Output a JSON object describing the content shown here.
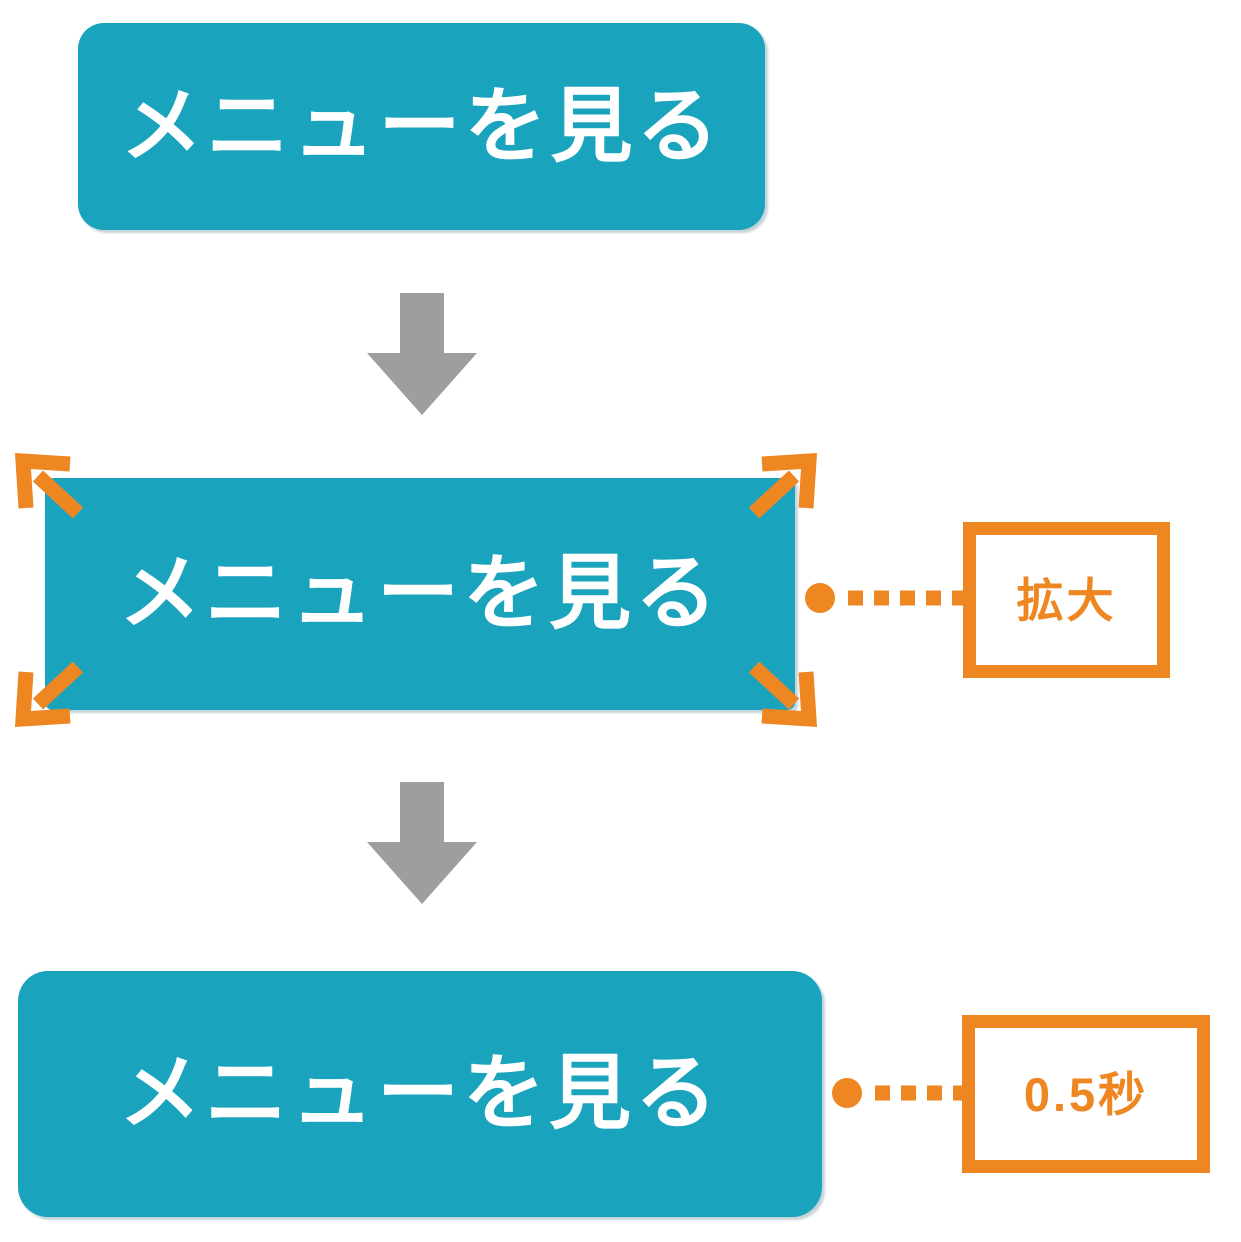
{
  "colors": {
    "step_box": "#1AA3BC",
    "accent_orange": "#EE8722",
    "flow_arrow_gray": "#9E9E9E",
    "step_text": "#FFFFFF"
  },
  "diagram": {
    "steps": [
      {
        "label": "メニューを見る"
      },
      {
        "label": "メニューを見る"
      },
      {
        "label": "メニューを見る"
      }
    ],
    "callouts": [
      {
        "label": "拡大"
      },
      {
        "label": "0.5秒"
      }
    ],
    "icons": {
      "flow_arrow": "down-arrow-icon",
      "expand": "expand-arrow-icon",
      "connector": "dotted-connector"
    }
  }
}
